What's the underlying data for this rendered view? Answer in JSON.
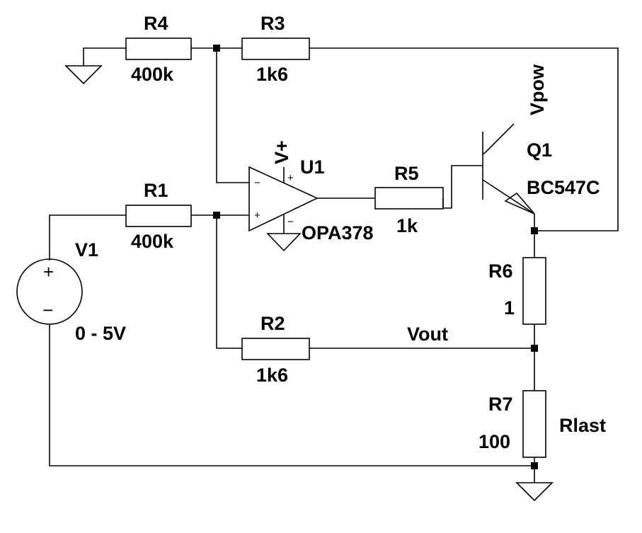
{
  "components": {
    "r4": {
      "ref": "R4",
      "value": "400k"
    },
    "r3": {
      "ref": "R3",
      "value": "1k6"
    },
    "r1": {
      "ref": "R1",
      "value": "400k"
    },
    "r2": {
      "ref": "R2",
      "value": "1k6"
    },
    "r5": {
      "ref": "R5",
      "value": "1k"
    },
    "r6": {
      "ref": "R6",
      "value": "1"
    },
    "r7": {
      "ref": "R7",
      "value": "100",
      "note": "Rlast"
    },
    "u1": {
      "ref": "U1",
      "value": "OPA378",
      "supply_label": "V+",
      "minus_sign": "−",
      "plus_sign": "+"
    },
    "q1": {
      "ref": "Q1",
      "value": "BC547C",
      "collector_label": "Vpow"
    },
    "v1": {
      "ref": "V1",
      "value": "0 - 5V",
      "plus_sign": "+",
      "minus_sign": "−"
    }
  },
  "nets": {
    "vout": "Vout"
  },
  "colors": {
    "background": "#ffffff",
    "ink": "#000000"
  }
}
